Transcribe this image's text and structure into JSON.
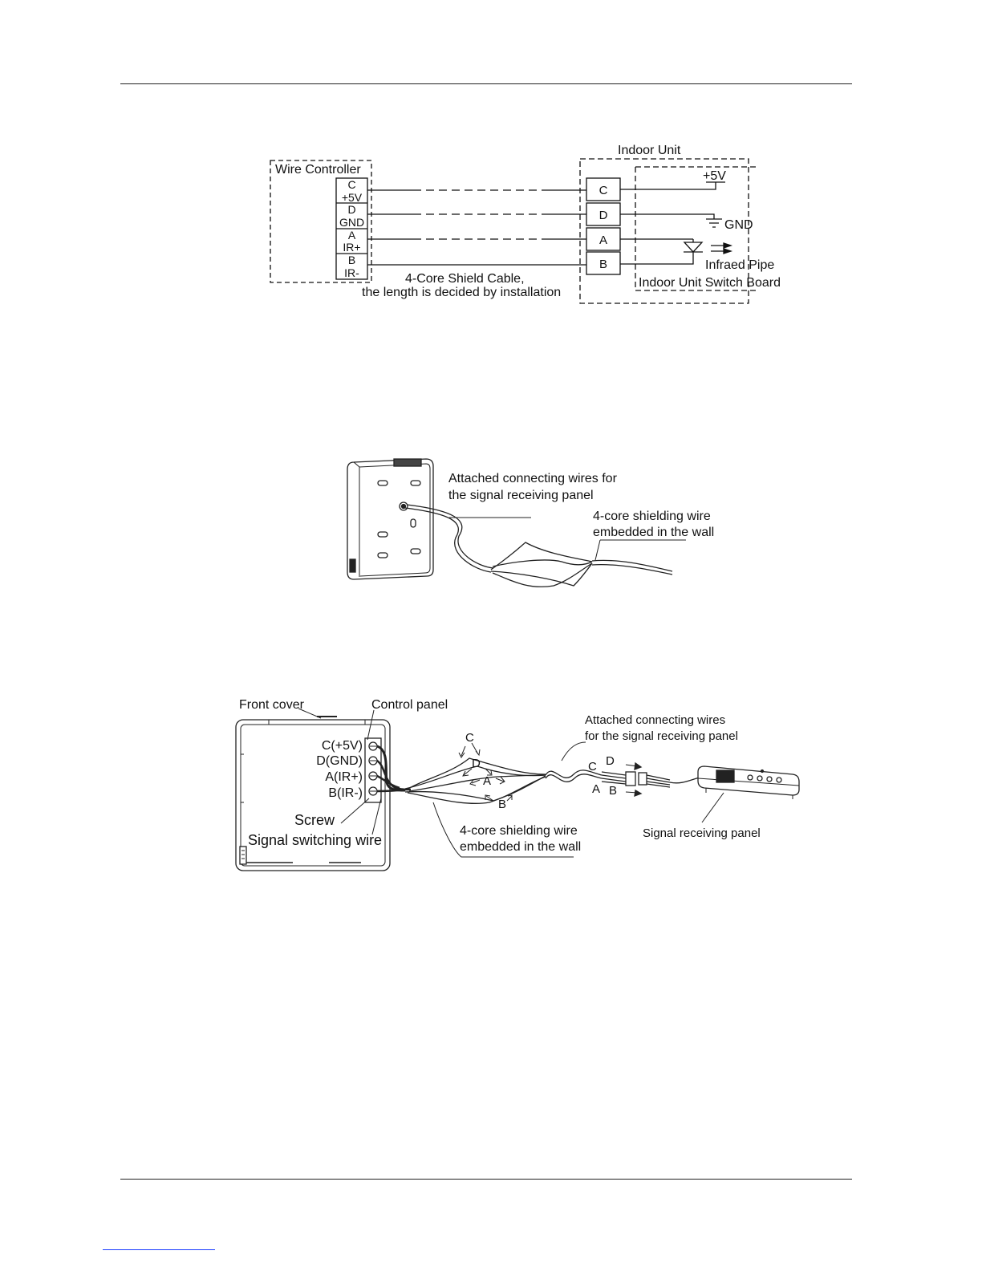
{
  "wiring": {
    "indoor_unit_label": "Indoor Unit",
    "wire_controller_label": "Wire Controller",
    "controller_terminals": [
      {
        "letter": "C",
        "signal": "+5V"
      },
      {
        "letter": "D",
        "signal": "GND"
      },
      {
        "letter": "A",
        "signal": "IR+"
      },
      {
        "letter": "B",
        "signal": "IR-"
      }
    ],
    "indoor_terminals": [
      "C",
      "D",
      "A",
      "B"
    ],
    "plus5v_label": "+5V",
    "gnd_label": "GND",
    "infrared_label": "Infraed Pipe",
    "switch_board_label": "Indoor Unit Switch Board",
    "cable_label_line1": "4-Core Shield Cable,",
    "cable_label_line2": "the length is decided by installation"
  },
  "panel_back": {
    "attached_wires_line1": "Attached connecting wires for",
    "attached_wires_line2": "the signal receiving panel",
    "shield_wire_line1": "4-core shielding wire",
    "shield_wire_line2": "embedded in the wall"
  },
  "panel_front": {
    "front_cover": "Front cover",
    "control_panel": "Control panel",
    "terminals": [
      "C(+5V)",
      "D(GND)",
      "A(IR+)",
      "B(IR-)"
    ],
    "screw": "Screw",
    "signal_switching_wire": "Signal switching wire",
    "bundle_letters": [
      "C",
      "D",
      "A",
      "B"
    ],
    "connector_letters": [
      "C",
      "D",
      "A",
      "B"
    ],
    "attached_wires_line1": "Attached connecting wires",
    "attached_wires_line2": "for the signal receiving panel",
    "shield_wire_line1": "4-core shielding wire",
    "shield_wire_line2": "embedded in the wall",
    "signal_panel": "Signal receiving panel"
  }
}
